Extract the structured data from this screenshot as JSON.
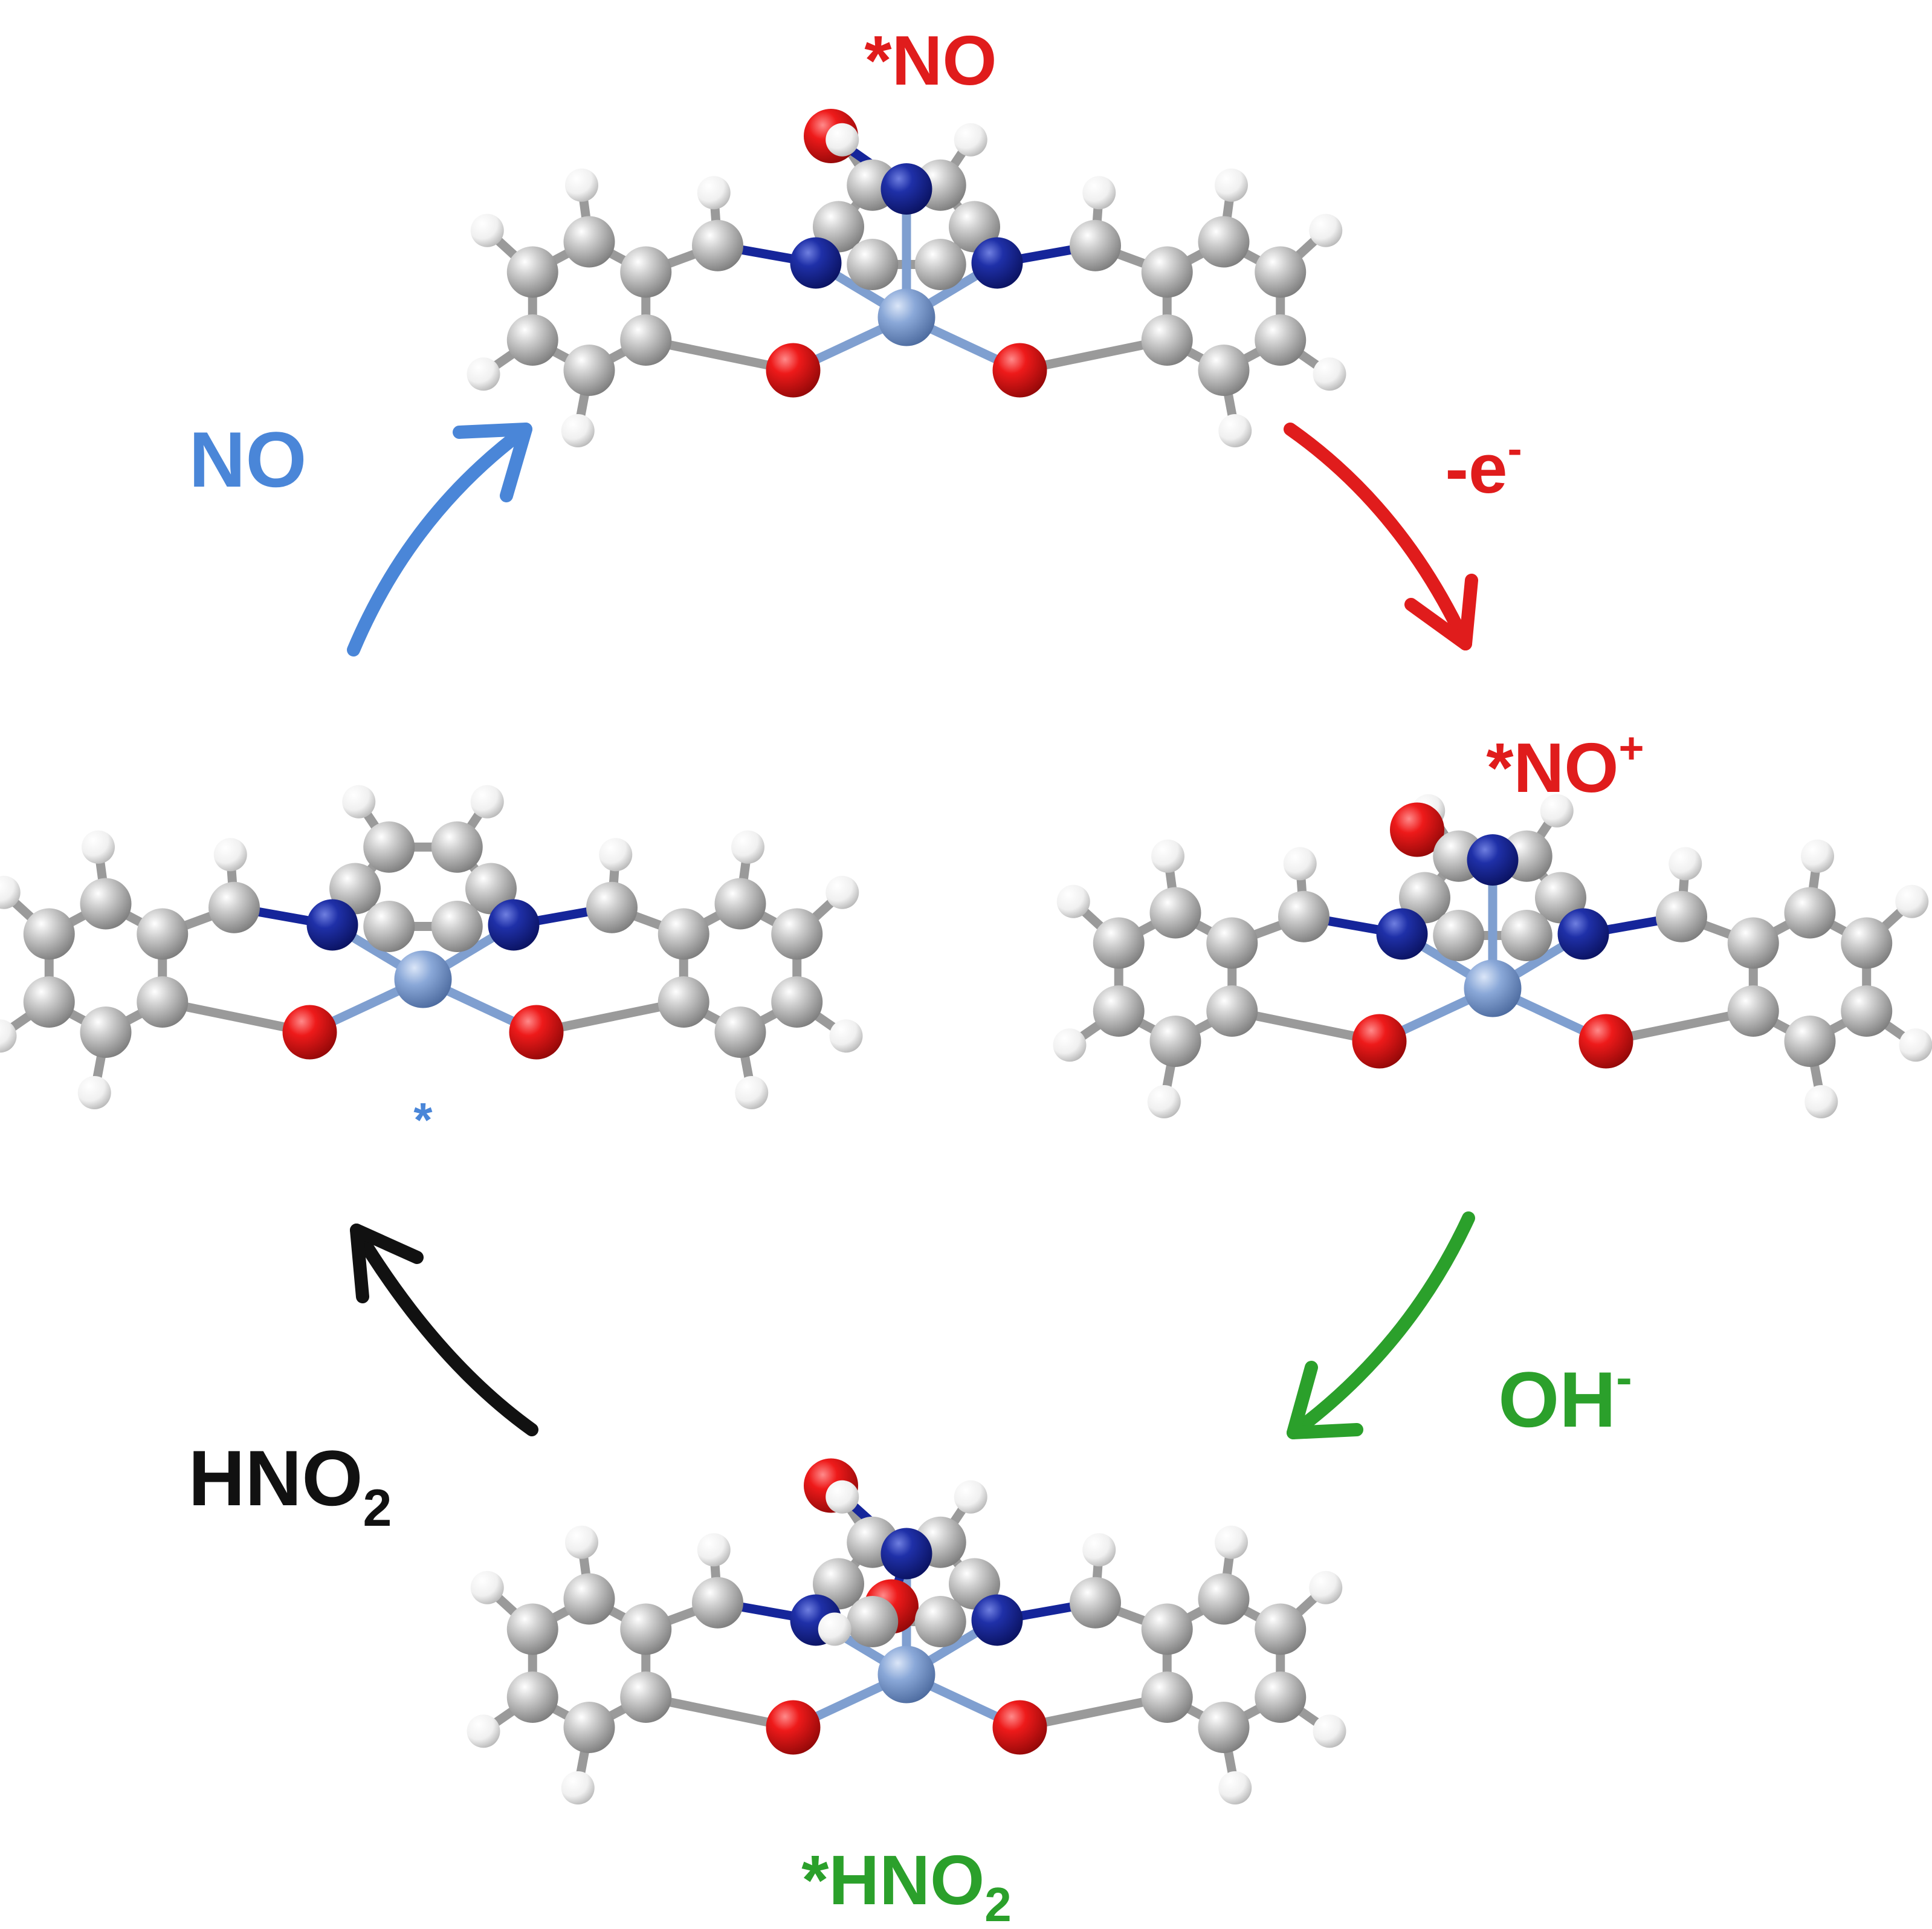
{
  "colors": {
    "blue": "#4a86d8",
    "red": "#e01c1c",
    "green": "#2ba02b",
    "black": "#111111",
    "carbon": "#a6a6a6",
    "hydrogen": "#f4f4f4",
    "nitrogen": "#15259a",
    "oxygen": "#e0101a",
    "metal": "#7f9fd0",
    "bond": "#9a9a9a"
  },
  "labels": {
    "no_adsorbed": "*NO",
    "no_cation_adsorbed": "*NO",
    "no_cation_charge": "+",
    "hno2_adsorbed_prefix": "*HNO",
    "hno2_adsorbed_sub": "2",
    "bare_site": "*",
    "no_gas": "NO",
    "electron_loss_prefix": "-e",
    "electron_loss_charge": "-",
    "hydroxide": "OH",
    "hydroxide_charge": "-",
    "hno2_release": "HNO",
    "hno2_release_sub": "2"
  },
  "icons": {
    "cycle_steps": [
      "arrow-icon",
      "arrow-icon",
      "arrow-icon",
      "arrow-icon"
    ],
    "molecules": [
      "ball-and-stick-molecule-icon"
    ]
  }
}
